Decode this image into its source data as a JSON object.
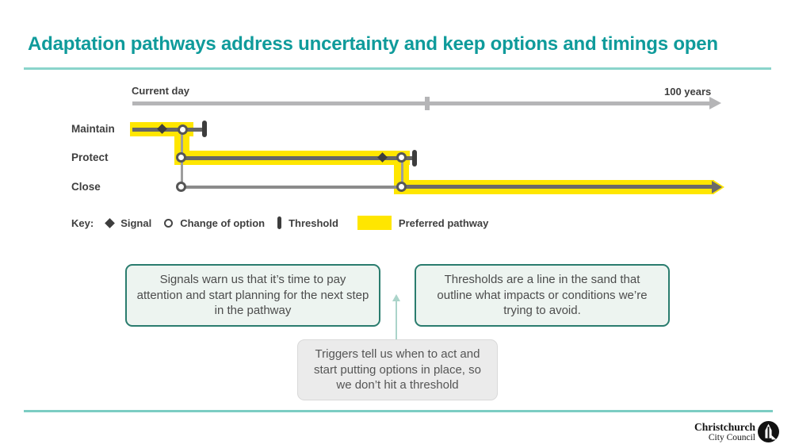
{
  "title": "Adaptation pathways address uncertainty and keep options and timings open",
  "timeline": {
    "start_label": "Current day",
    "end_label": "100 years"
  },
  "pathways": {
    "rows": [
      {
        "label": "Maintain"
      },
      {
        "label": "Protect"
      },
      {
        "label": "Close"
      }
    ]
  },
  "key": {
    "label": "Key:",
    "items": [
      {
        "icon": "signal-diamond-icon",
        "label": "Signal"
      },
      {
        "icon": "change-of-option-circle-icon",
        "label": "Change of option"
      },
      {
        "icon": "threshold-bar-icon",
        "label": "Threshold"
      },
      {
        "icon": "preferred-pathway-swatch",
        "label": "Preferred pathway"
      }
    ]
  },
  "callouts": {
    "signals": "Signals  warn us that it’s time to pay attention and start planning for the next step in the pathway",
    "thresholds": "Thresholds are a line in the sand that outline what impacts or conditions we’re trying to avoid.",
    "triggers": "Triggers tell us when to act and start putting options in place, so we don’t hit a threshold"
  },
  "footer": {
    "logo_line1": "Christchurch",
    "logo_line2": "City Council"
  },
  "colors": {
    "accent_teal": "#0f9b9b",
    "divider_teal": "#7ccdc3",
    "preferred_yellow": "#ffe600",
    "callout_border_teal": "#2a7c6e",
    "callout_bg_teal": "#edf4f0",
    "trigger_bg_gray": "#ebebeb",
    "pathway_line_gray": "#666666",
    "timeline_gray": "#b5b5b7",
    "marker_dark": "#3d3d3d"
  }
}
